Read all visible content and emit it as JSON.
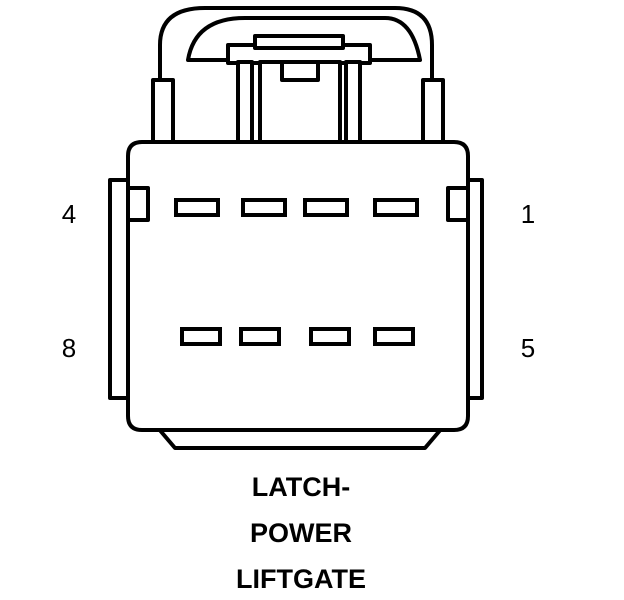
{
  "colors": {
    "line": "#000000",
    "background": "#ffffff"
  },
  "connector": {
    "pin_labels": {
      "top_left": "4",
      "top_right": "1",
      "bottom_left": "8",
      "bottom_right": "5"
    },
    "rows": [
      {
        "terminals": 4
      },
      {
        "terminals": 4
      }
    ]
  },
  "caption": {
    "line1": "LATCH-",
    "line2": "POWER",
    "line3": "LIFTGATE"
  }
}
